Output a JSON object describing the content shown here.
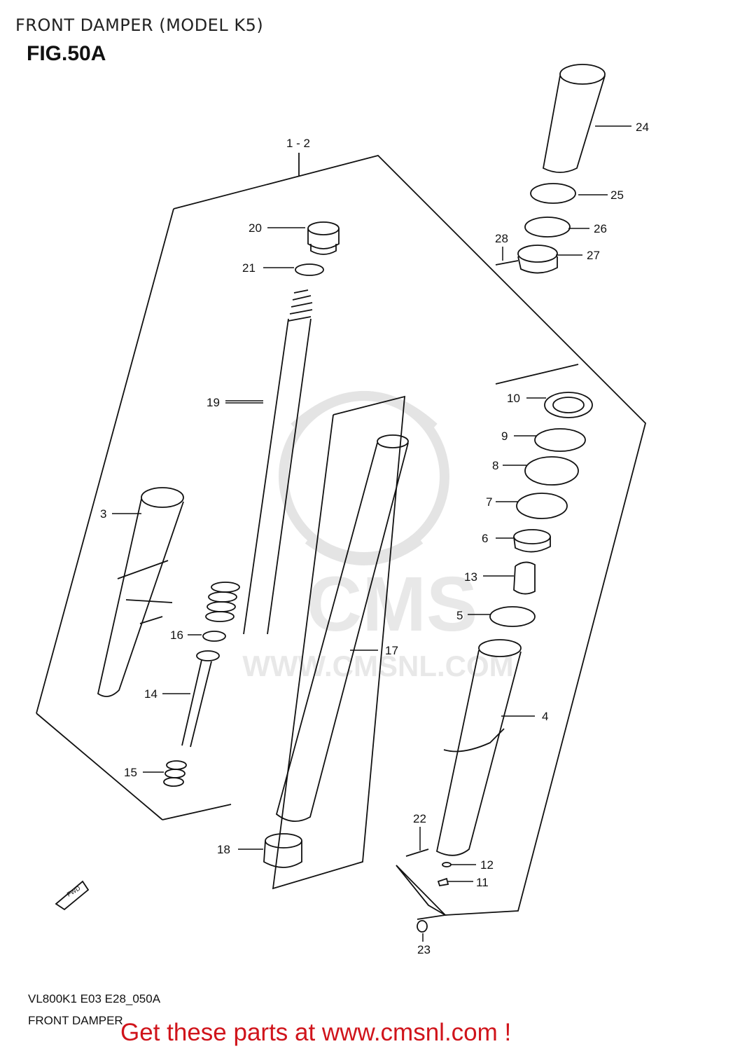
{
  "header": {
    "title": "FRONT DAMPER (MODEL K5)",
    "figure": "FIG.50A"
  },
  "watermark": {
    "brand": "CMS",
    "url": "WWW.CMSNL.COM",
    "color": "#dddddd"
  },
  "direction_marker": "FWD",
  "callouts": {
    "c1": "1 - 2",
    "c3": "3",
    "c4": "4",
    "c5": "5",
    "c6": "6",
    "c7": "7",
    "c8": "8",
    "c9": "9",
    "c10": "10",
    "c11": "11",
    "c12": "12",
    "c13": "13",
    "c14": "14",
    "c15": "15",
    "c16": "16",
    "c17": "17",
    "c18": "18",
    "c19": "19",
    "c20": "20",
    "c21": "21",
    "c22": "22",
    "c23": "23",
    "c24": "24",
    "c25": "25",
    "c26": "26",
    "c27": "27",
    "c28": "28"
  },
  "footer": {
    "code": "VL800K1 E03 E28_050A",
    "name": "FRONT DAMPER",
    "promo": "Get these parts at www.cmsnl.com !",
    "promo_color": "#d0141b"
  }
}
